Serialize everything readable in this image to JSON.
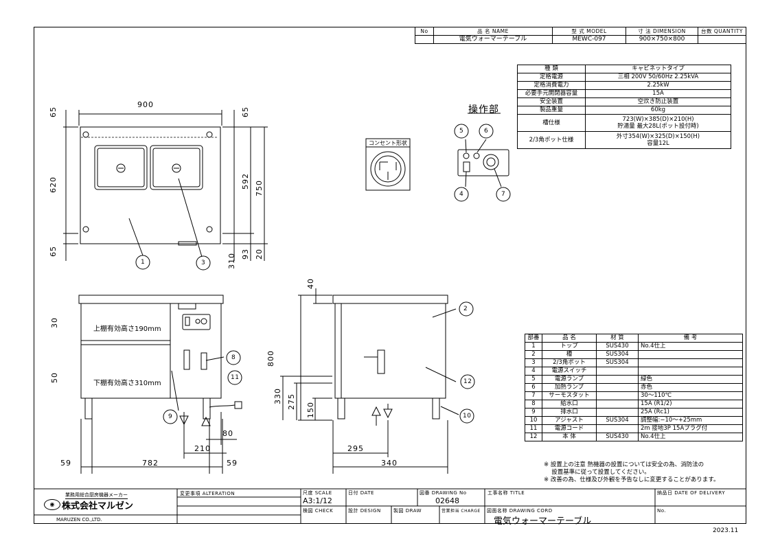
{
  "header_table": {
    "col_no": "No",
    "col_name": "品 名 NAME",
    "col_model": "型 式 MODEL",
    "col_dim": "寸 法 DIMENSION",
    "col_qty": "台数 QUANTITY",
    "row": {
      "name": "電気ウォーマーテーブル",
      "model": "MEWC-097",
      "dim": "900×750×800"
    }
  },
  "spec_table": [
    {
      "label": "種 類",
      "value": "キャビネットタイプ"
    },
    {
      "label": "定格電源",
      "value": "三相 200V 50/60Hz 2.25kVA"
    },
    {
      "label": "定格消費電力",
      "value": "2.25kW"
    },
    {
      "label": "必要手元開閉器容量",
      "value": "15A"
    },
    {
      "label": "安全装置",
      "value": "空炊き防止装置"
    },
    {
      "label": "製品重量",
      "value": "60kg"
    },
    {
      "label": "槽仕様",
      "value": "723(W)×385(D)×210(H)",
      "value2": "貯湯量 最大28L(ポット設付時)"
    },
    {
      "label": "2/3角ポット仕様",
      "value": "外寸354(W)×325(D)×150(H)",
      "value2": "容量12L"
    }
  ],
  "panel_title": "操作部",
  "outlet_label": "コンセント形状",
  "parts_table": {
    "headers": [
      "部番",
      "品 名",
      "材 質",
      "備 考"
    ],
    "rows": [
      [
        "1",
        "トップ",
        "SUS430",
        "No.4仕上"
      ],
      [
        "2",
        "槽",
        "SUS304",
        ""
      ],
      [
        "3",
        "2/3角ポット",
        "SUS304",
        ""
      ],
      [
        "4",
        "電源スイッチ",
        "",
        ""
      ],
      [
        "5",
        "電源ランプ",
        "",
        "緑色"
      ],
      [
        "6",
        "加熱ランプ",
        "",
        "赤色"
      ],
      [
        "7",
        "サーモスタット",
        "",
        "30〜110℃"
      ],
      [
        "8",
        "給水口",
        "",
        "15A (R1/2)"
      ],
      [
        "9",
        "排水口",
        "",
        "25A (Rc1)"
      ],
      [
        "10",
        "アジャスト",
        "SUS304",
        "調整幅:−10〜+25mm"
      ],
      [
        "11",
        "電源コード",
        "",
        "2m 接地3P 15Aプラグ付"
      ],
      [
        "12",
        "本 体",
        "SUS430",
        "No.4仕上"
      ]
    ]
  },
  "notes": [
    "※ 設置上の注意 熱機器の設置については安全の為、消防法の",
    "　 設置基準に従って設置してください。",
    "※ 改善の為、仕様及び外観を予告なしに変更することがあります。"
  ],
  "dims_top": {
    "w900": "900",
    "d620": "620",
    "d592": "592",
    "d750": "750",
    "d65a": "65",
    "d65b": "65",
    "d65c": "65",
    "d93": "93",
    "d310": "310",
    "d20": "20"
  },
  "dims_front": {
    "h30": "30",
    "h50": "50",
    "shelf_upper": "上棚有効高さ190mm",
    "shelf_lower": "下棚有効高さ310mm",
    "d59a": "59",
    "d782": "782",
    "d59b": "59",
    "d210": "210",
    "d80": "80"
  },
  "dims_side": {
    "h40": "40",
    "h800": "800",
    "h330": "330",
    "h275": "275",
    "h150": "150",
    "d295": "295",
    "d340": "340"
  },
  "balloons": [
    "1",
    "2",
    "3",
    "4",
    "5",
    "6",
    "7",
    "8",
    "9",
    "10",
    "11",
    "12"
  ],
  "title_block": {
    "maker_tag": "業務用総合厨房機器メーカー",
    "company": "株式会社マルゼン",
    "company_en": "MARUZEN CO.,LTD.",
    "alteration": "変更事項 ALTERATION",
    "scale_label": "尺度 SCALE",
    "scale": "A3:1/12",
    "date_label": "日付 DATE",
    "drawing_no_label": "図番 DRAWING No",
    "drawing_no": "02648",
    "title_label": "工事名称 TITLE",
    "delivery_label": "納品日 DATE OF DELIVERY",
    "check_label": "検図 CHECK",
    "design_label": "設計 DESIGN",
    "draw_label": "製図 DRAW",
    "charge_label": "営業担当 CHARGE",
    "drawing_code_label": "図面名称 DRAWING CORD",
    "drawing_name": "電気ウォーマーテーブル",
    "no_label": "No.",
    "date": "2023.11"
  }
}
